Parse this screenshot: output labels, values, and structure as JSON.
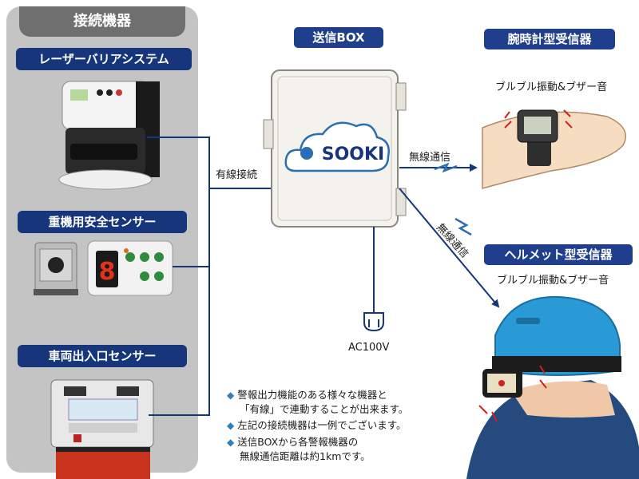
{
  "left_panel": {
    "title": "接続機器",
    "devices": [
      {
        "label": "レーザーバリアシステム"
      },
      {
        "label": "重機用安全センサー"
      },
      {
        "label": "車両出入口センサー"
      }
    ]
  },
  "sensor_panel": {
    "digit": "8"
  },
  "center": {
    "title": "送信BOX",
    "brand": "SOOKI",
    "wired_label": "有線接続",
    "power_label": "AC100V"
  },
  "wireless_labels": {
    "to_watch": "無線通信",
    "to_helmet": "無線通信"
  },
  "watch_receiver": {
    "title": "腕時計型受信器",
    "caption": "ブルブル振動&ブザー音"
  },
  "helmet_receiver": {
    "title": "ヘルメット型受信器",
    "caption": "ブルブル振動&ブザー音"
  },
  "notes": [
    {
      "lines": [
        "警報出力機能のある様々な機器と",
        "「有線」で連動することが出来ます。"
      ]
    },
    {
      "lines": [
        "左記の接続機器は一例でございます。"
      ]
    },
    {
      "lines": [
        "送信BOXから各警報機器の",
        "無線通信距離は約1kmです。"
      ]
    }
  ],
  "colors": {
    "navy": "#16357a",
    "panel_gray": "#c4c4c4",
    "helmet_blue": "#2a9ad6",
    "shirt_blue": "#244a7e"
  }
}
